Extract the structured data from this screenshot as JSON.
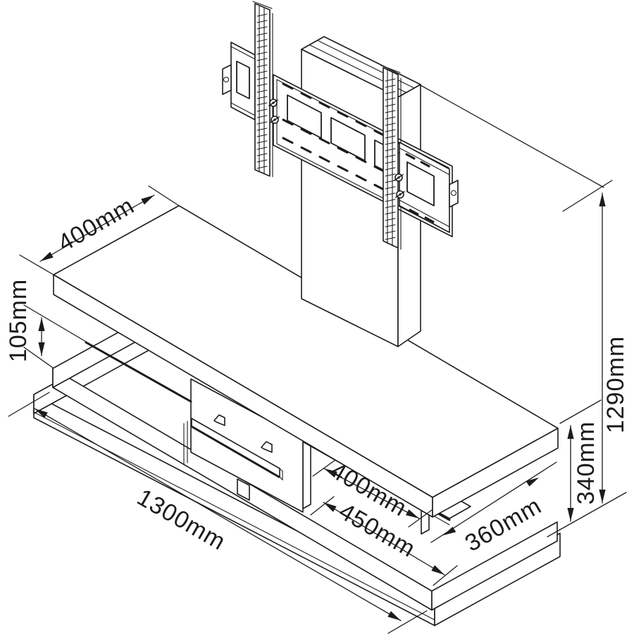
{
  "diagram": {
    "type": "isometric-technical-drawing",
    "subject": "TV stand with integrated TV mounting bracket",
    "colors": {
      "background": "#ffffff",
      "line": "#1c1c1c"
    },
    "labels": {
      "top_shelf_depth": "400mm",
      "shelf_gap": "105mm",
      "overall_length": "1300mm",
      "base_depth": "450mm",
      "compartment_width": "400mm",
      "compartment_depth": "360mm",
      "shelf_to_base_height": "340mm",
      "overall_height": "1290mm"
    }
  }
}
